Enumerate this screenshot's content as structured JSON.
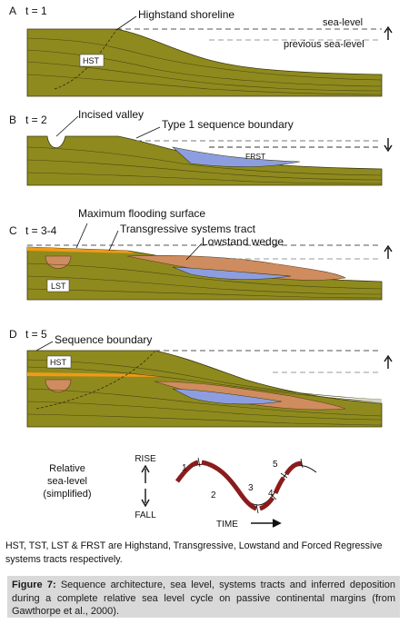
{
  "panels": [
    {
      "letter": "A",
      "time": "t = 1"
    },
    {
      "letter": "B",
      "time": "t = 2"
    },
    {
      "letter": "C",
      "time": "t = 3-4"
    },
    {
      "letter": "D",
      "time": "t = 5"
    }
  ],
  "labels": {
    "highstand_shoreline": "Highstand shoreline",
    "sea_level": "sea-level",
    "previous_sea_level": "previous sea-level",
    "hst": "HST",
    "incised_valley": "Incised valley",
    "type1_boundary": "Type 1 sequence boundary",
    "frst": "FRST",
    "max_flooding": "Maximum flooding surface",
    "tst": "Transgressive systems tract",
    "lowstand_wedge": "Lowstand wedge",
    "lst": "LST",
    "sequence_boundary": "Sequence boundary"
  },
  "curve": {
    "title_line1": "Relative",
    "title_line2": "sea-level",
    "title_line3": "(simplified)",
    "rise": "RISE",
    "fall": "FALL",
    "time": "TIME",
    "points": [
      "1",
      "2",
      "3",
      "4",
      "5"
    ]
  },
  "note": "HST, TST, LST & FRST are Highstand, Transgressive, Lowstand and Forced Regressive systems tracts respectively.",
  "caption": {
    "label": "Figure 7:",
    "text": " Sequence architecture, sea level, systems tracts and inferred deposition during a complete relative sea level cycle on passive continental margins (from Gawthorpe et al., 2000)."
  },
  "colors": {
    "olive": "#8f8a1e",
    "blue": "#8d9ee0",
    "orange": "#cf8c5e",
    "bright_orange": "#f09a17",
    "curve_red": "#8a1c1c"
  }
}
